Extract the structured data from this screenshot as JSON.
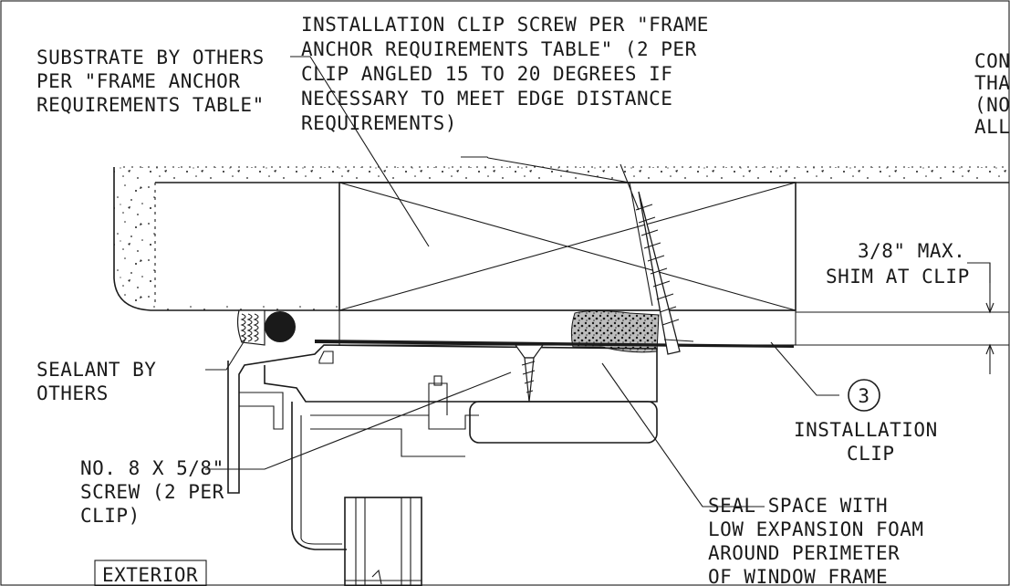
{
  "labels": {
    "substrate": [
      "SUBSTRATE BY OTHERS",
      "PER \"FRAME ANCHOR",
      "REQUIREMENTS TABLE\""
    ],
    "clip_screw": [
      "INSTALLATION CLIP SCREW PER \"FRAME",
      "ANCHOR REQUIREMENTS TABLE\" (2 PER",
      "CLIP ANGLED 15 TO 20 DEGREES IF",
      "NECESSARY TO MEET EDGE DISTANCE",
      "REQUIREMENTS)"
    ],
    "cut_off": [
      "CON",
      "THA",
      "(NO",
      "ALL"
    ],
    "shim": [
      "3/8\" MAX.",
      "SHIM AT CLIP"
    ],
    "sealant": [
      "SEALANT BY",
      "OTHERS"
    ],
    "install_clip": [
      "INSTALLATION",
      "CLIP"
    ],
    "callout_number": "3",
    "screw": [
      "NO. 8 X 5/8\"",
      "SCREW (2 PER",
      "CLIP)"
    ],
    "seal_space": [
      "SEAL SPACE WITH",
      "LOW EXPANSION FOAM",
      "AROUND PERIMETER",
      "OF WINDOW FRAME"
    ],
    "exterior": "EXTERIOR"
  },
  "colors": {
    "ink": "#1a1a1a",
    "paper": "#ffffff"
  }
}
